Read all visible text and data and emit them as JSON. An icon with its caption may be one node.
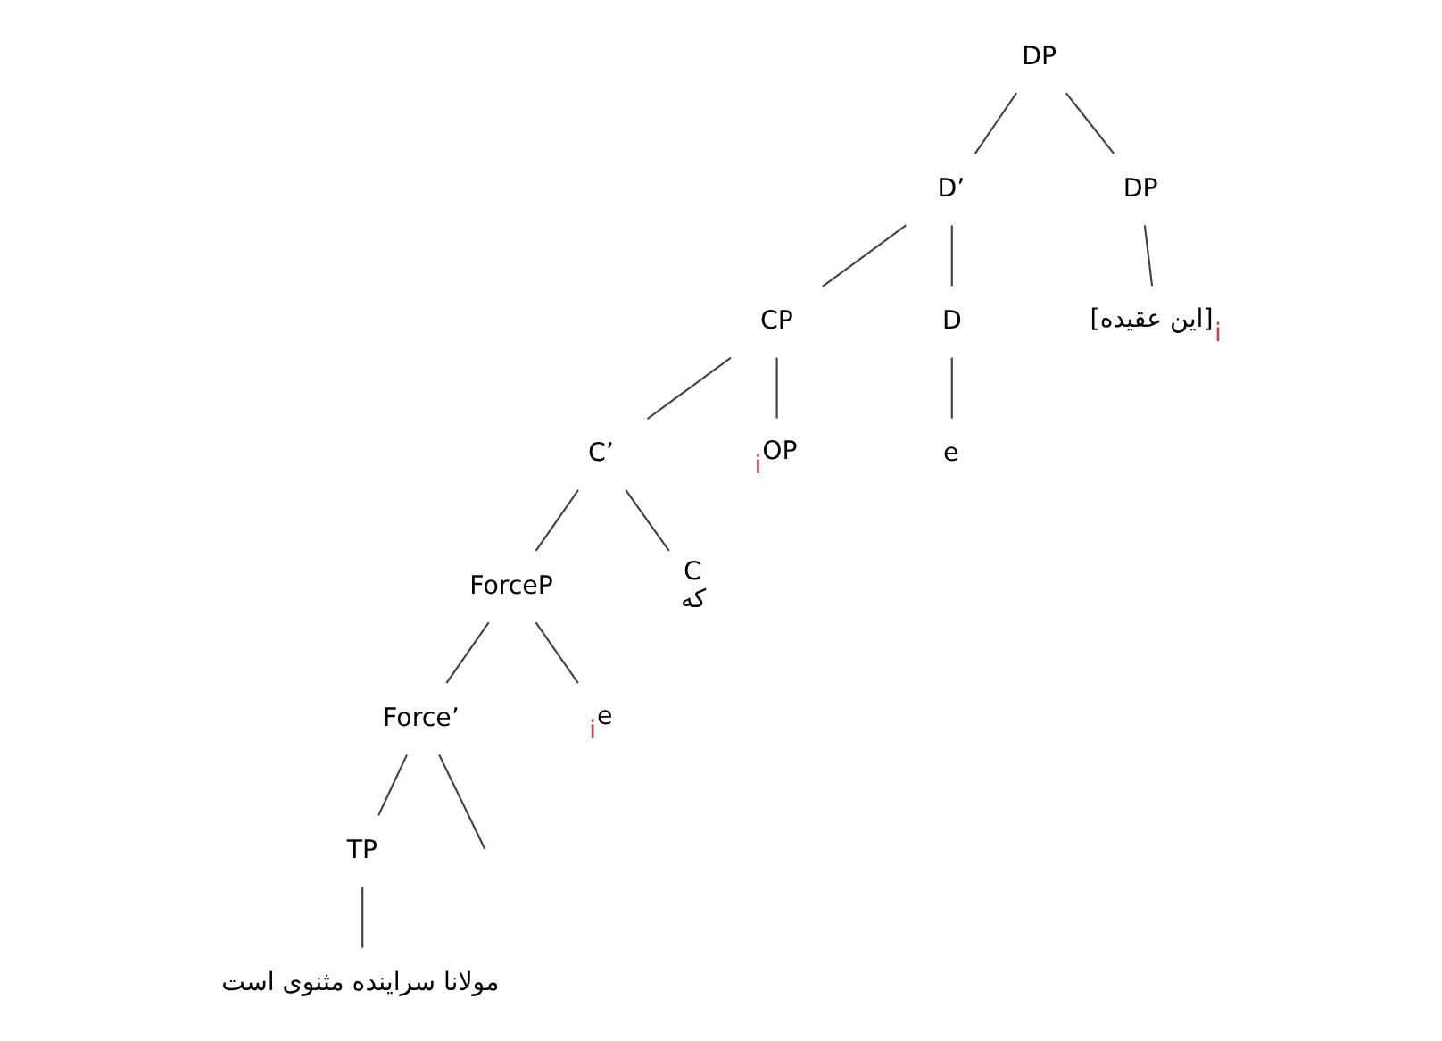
{
  "diagram": {
    "nodes": [
      {
        "text": [
          "DP"
        ]
      },
      {
        "text": [
          "D’"
        ]
      },
      {
        "text": [
          "DP"
        ]
      },
      {
        "text": [
          "[این عقیده]$_{i}$"
        ]
      },
      {
        "text": [
          "CP"
        ]
      },
      {
        "text": [
          "D"
        ]
      },
      {
        "text": [
          "e"
        ]
      },
      {
        "text": [
          "C’"
        ]
      },
      {
        "text": [
          "$_{i}$OP"
        ]
      },
      {
        "text": [
          "ForceP"
        ]
      },
      {
        "text": [
          "C",
          "که"
        ]
      },
      {
        "text": [
          "Force’"
        ]
      },
      {
        "text": [
          "$_{i}$e"
        ]
      },
      {
        "text": [
          "TP"
        ]
      },
      {
        "text": [
          "مولانا سراینده مثنوی است"
        ]
      }
    ],
    "edges": [
      {
        "from": 0,
        "to": 1,
        "arrow": "none"
      },
      {
        "from": 0,
        "to": 2,
        "arrow": "none"
      },
      {
        "from": 2,
        "to": 3,
        "arrow": "none"
      },
      {
        "from": 1,
        "to": 4,
        "arrow": "none"
      },
      {
        "from": 1,
        "to": 5,
        "arrow": "none"
      },
      {
        "from": 5,
        "to": 6,
        "arrow": "none"
      },
      {
        "from": 4,
        "to": 7,
        "arrow": "none"
      },
      {
        "from": 4,
        "to": 8,
        "arrow": "none"
      },
      {
        "from": 7,
        "to": 9,
        "arrow": "none"
      },
      {
        "from": 7,
        "to": 10,
        "arrow": "none"
      },
      {
        "from": 9,
        "to": 11,
        "arrow": "none"
      },
      {
        "from": 9,
        "to": 12,
        "arrow": "none"
      },
      {
        "from": 11,
        "to": 13,
        "arrow": "none"
      },
      {
        "from": 11,
        "to": null,
        "arrow": "none"
      },
      {
        "from": 13,
        "to": 14,
        "arrow": "none"
      }
    ]
  }
}
